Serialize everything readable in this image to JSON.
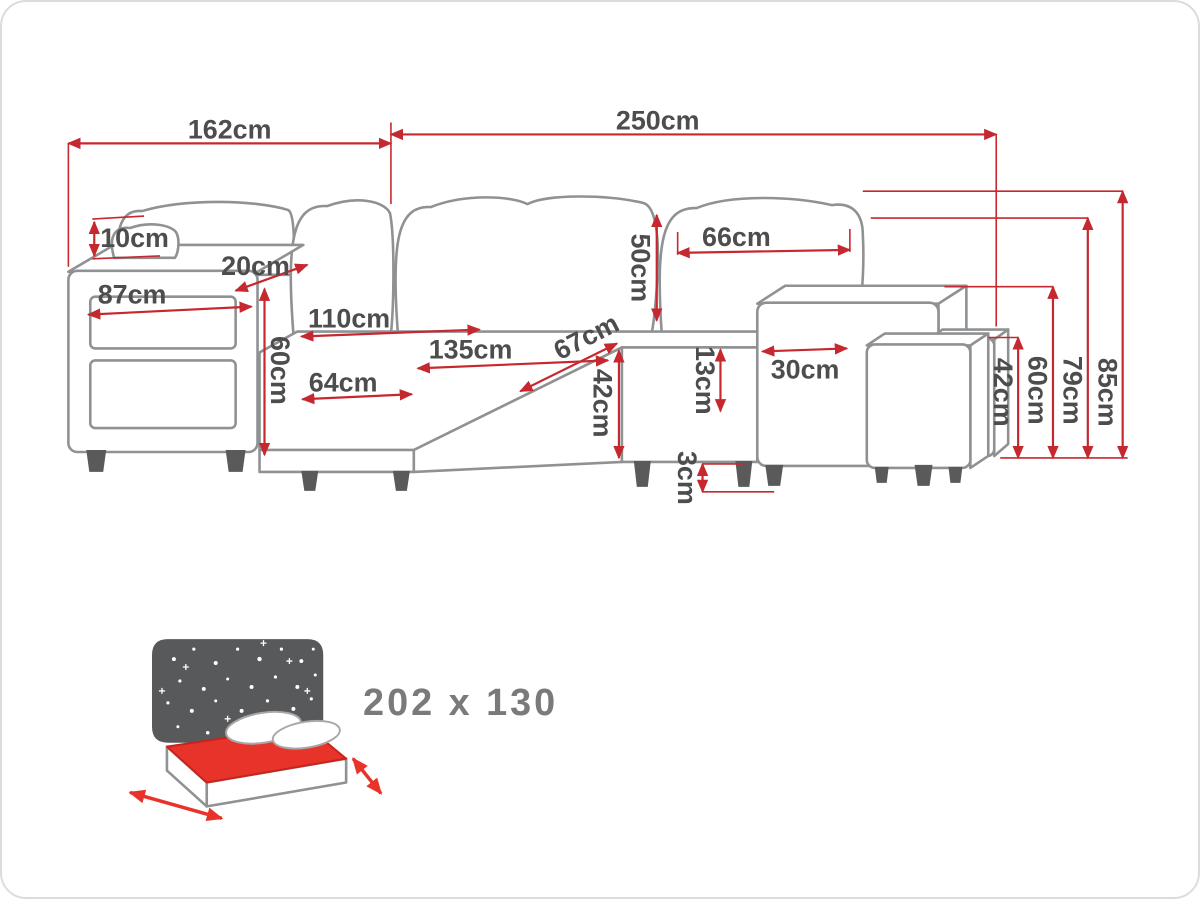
{
  "colors": {
    "line": "#8f9193",
    "dim": "#c5282f",
    "label": "#4d4d4d",
    "icon_bg": "#58595b",
    "icon_red": "#e8332a",
    "icon_text": "#7a7a7a"
  },
  "dimensions": {
    "width_section_left": "162cm",
    "width_section_right": "250cm",
    "armrest_pad_height": "10cm",
    "armrest_top_depth": "20cm",
    "armrest_front_width": "87cm",
    "armrest_height": "60cm",
    "corner_seat_length": "110cm",
    "seat_length": "135cm",
    "corner_seat_width": "64cm",
    "seat_depth": "67cm",
    "back_cushion_height": "50cm",
    "back_cushion_width": "66cm",
    "seat_height": "42cm",
    "armrest_seat_gap": "13cm",
    "right_armrest_top_depth": "30cm",
    "leg_height": "3cm",
    "pouf_height": "42cm",
    "side_height": "60cm",
    "backrest_height": "79cm",
    "total_height": "85cm"
  },
  "sleeping_area": {
    "size_label": "202 x 130"
  }
}
